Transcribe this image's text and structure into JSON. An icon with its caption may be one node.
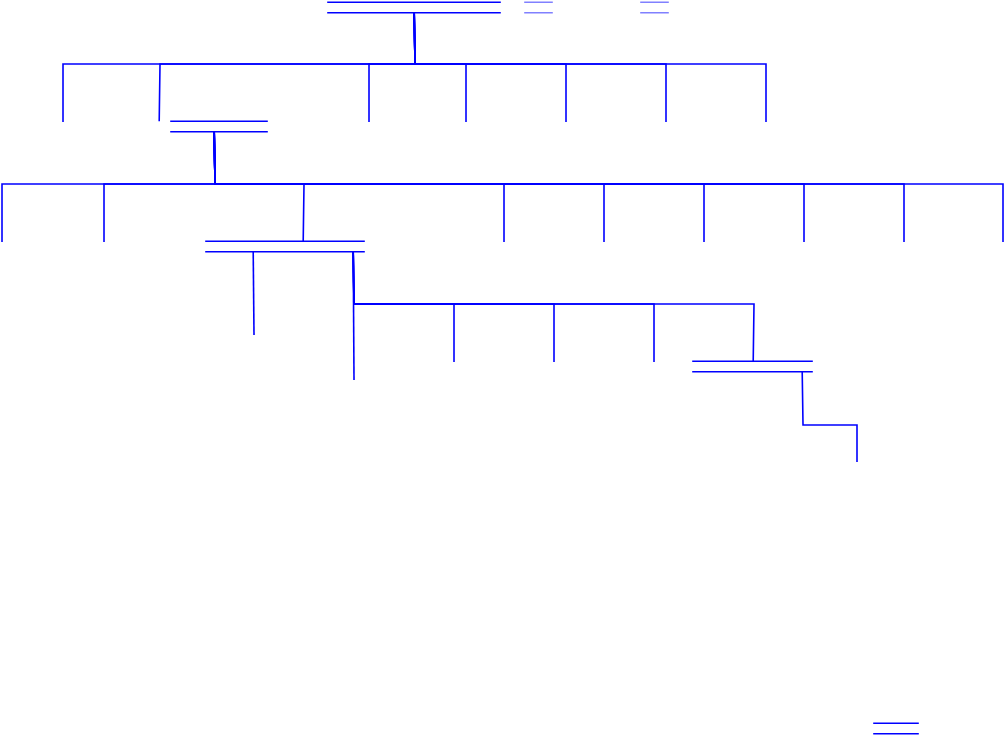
{
  "diagram": {
    "nodes": [
      {
        "text": [],
        "shape": "bar"
      },
      {
        "text": [],
        "shape": "bar"
      },
      {
        "text": [],
        "shape": "bar"
      },
      {
        "text": [],
        "shape": "bar"
      },
      {
        "text": [],
        "shape": "bar"
      },
      {
        "text": [],
        "shape": "bar"
      },
      {
        "text": [],
        "shape": "bar"
      }
    ],
    "edges": [
      {
        "from": 0,
        "to": null,
        "arrow": "none"
      },
      {
        "from": 0,
        "to": 3,
        "arrow": "none"
      },
      {
        "from": 0,
        "to": null,
        "arrow": "none"
      },
      {
        "from": 0,
        "to": null,
        "arrow": "none"
      },
      {
        "from": 0,
        "to": null,
        "arrow": "none"
      },
      {
        "from": 0,
        "to": null,
        "arrow": "none"
      },
      {
        "from": 0,
        "to": null,
        "arrow": "none"
      },
      {
        "from": 3,
        "to": null,
        "arrow": "none"
      },
      {
        "from": 3,
        "to": null,
        "arrow": "none"
      },
      {
        "from": 3,
        "to": 4,
        "arrow": "none"
      },
      {
        "from": 3,
        "to": null,
        "arrow": "none"
      },
      {
        "from": 3,
        "to": null,
        "arrow": "none"
      },
      {
        "from": 3,
        "to": null,
        "arrow": "none"
      },
      {
        "from": 3,
        "to": null,
        "arrow": "none"
      },
      {
        "from": 3,
        "to": null,
        "arrow": "none"
      },
      {
        "from": 3,
        "to": null,
        "arrow": "none"
      },
      {
        "from": 4,
        "to": null,
        "arrow": "none"
      },
      {
        "from": 4,
        "to": null,
        "arrow": "none"
      },
      {
        "from": 4,
        "to": null,
        "arrow": "none"
      },
      {
        "from": 4,
        "to": null,
        "arrow": "none"
      },
      {
        "from": 4,
        "to": null,
        "arrow": "none"
      },
      {
        "from": 4,
        "to": 5,
        "arrow": "none"
      },
      {
        "from": 5,
        "to": null,
        "arrow": "none"
      }
    ]
  }
}
